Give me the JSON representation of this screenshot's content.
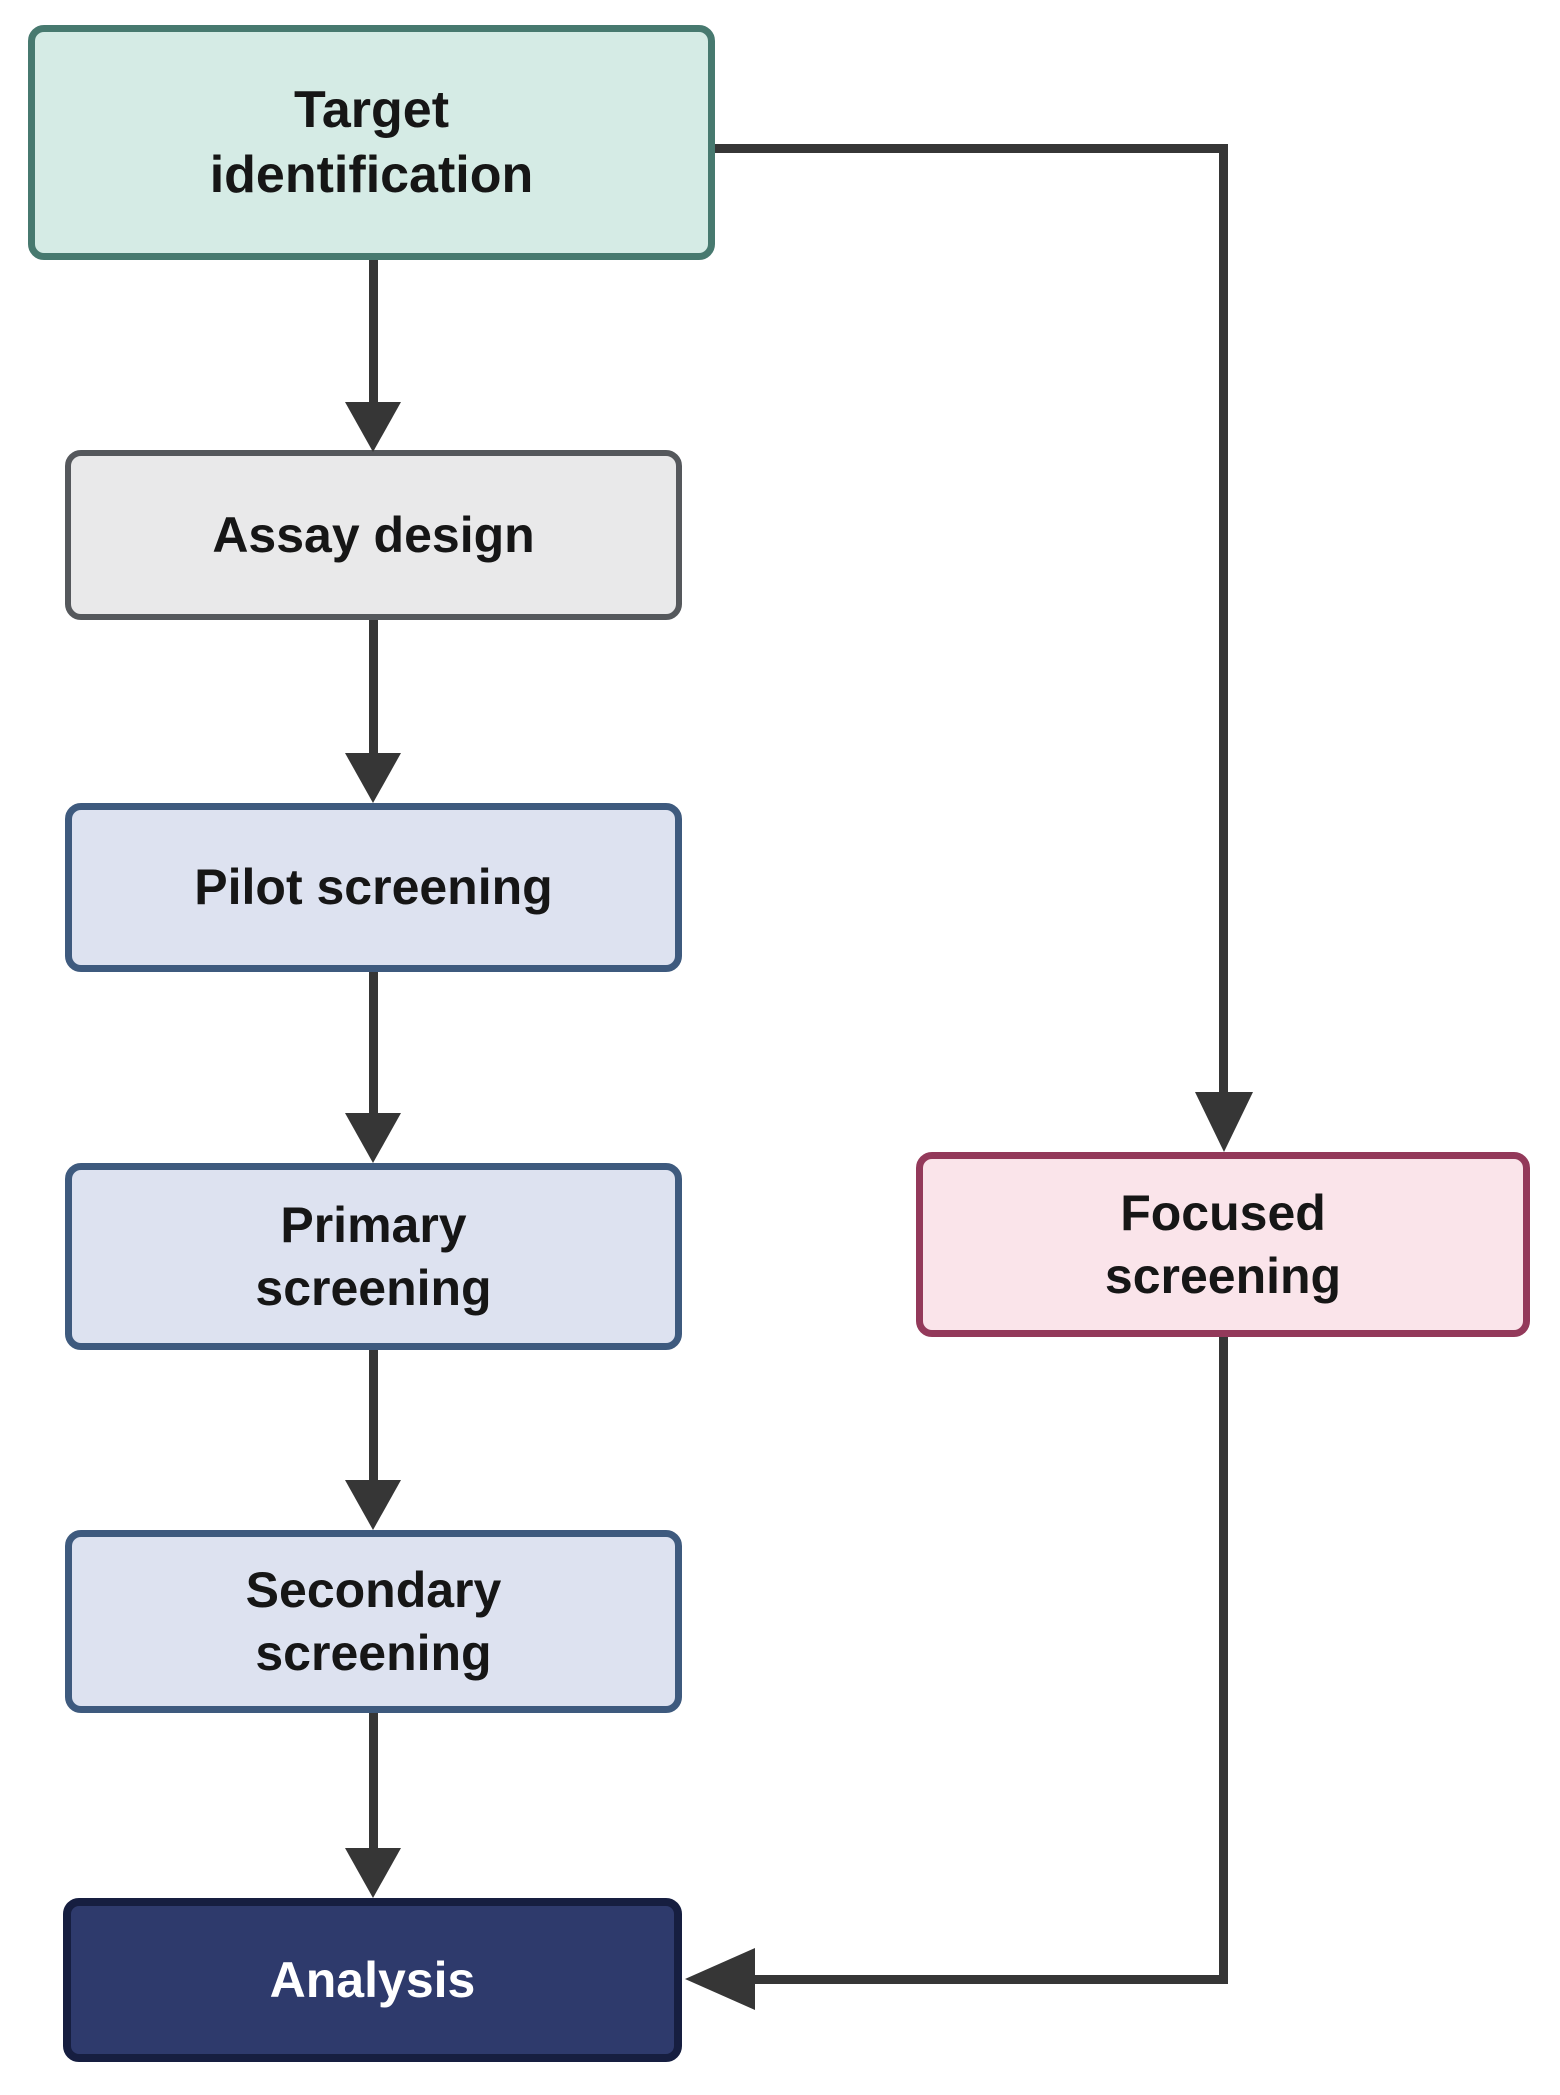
{
  "diagram": {
    "type": "flowchart",
    "arrow_color": "#363636",
    "nodes": [
      {
        "id": "target-identification",
        "lines": [
          "Target",
          "identification"
        ],
        "fill": "#d5ebe5",
        "border": "#47796f",
        "text_color": "#161616"
      },
      {
        "id": "assay-design",
        "lines": [
          "Assay design"
        ],
        "fill": "#e9e9ea",
        "border": "#55585c",
        "text_color": "#161616"
      },
      {
        "id": "pilot-screening",
        "lines": [
          "Pilot screening"
        ],
        "fill": "#dde2f0",
        "border": "#3e5a7e",
        "text_color": "#161616"
      },
      {
        "id": "primary-screening",
        "lines": [
          "Primary",
          "screening"
        ],
        "fill": "#dde2f0",
        "border": "#3e5a7e",
        "text_color": "#161616"
      },
      {
        "id": "secondary-screening",
        "lines": [
          "Secondary",
          "screening"
        ],
        "fill": "#dde2f0",
        "border": "#3e5a7e",
        "text_color": "#161616"
      },
      {
        "id": "analysis",
        "lines": [
          "Analysis"
        ],
        "fill": "#2e3a6c",
        "border": "#161e40",
        "text_color": "#ffffff"
      },
      {
        "id": "focused-screening",
        "lines": [
          "Focused",
          "screening"
        ],
        "fill": "#fae4ea",
        "border": "#93395a",
        "text_color": "#161616"
      }
    ],
    "edges": [
      {
        "from": "target-identification",
        "to": "assay-design"
      },
      {
        "from": "assay-design",
        "to": "pilot-screening"
      },
      {
        "from": "pilot-screening",
        "to": "primary-screening"
      },
      {
        "from": "primary-screening",
        "to": "secondary-screening"
      },
      {
        "from": "secondary-screening",
        "to": "analysis"
      },
      {
        "from": "target-identification",
        "to": "focused-screening"
      },
      {
        "from": "focused-screening",
        "to": "analysis"
      }
    ]
  }
}
